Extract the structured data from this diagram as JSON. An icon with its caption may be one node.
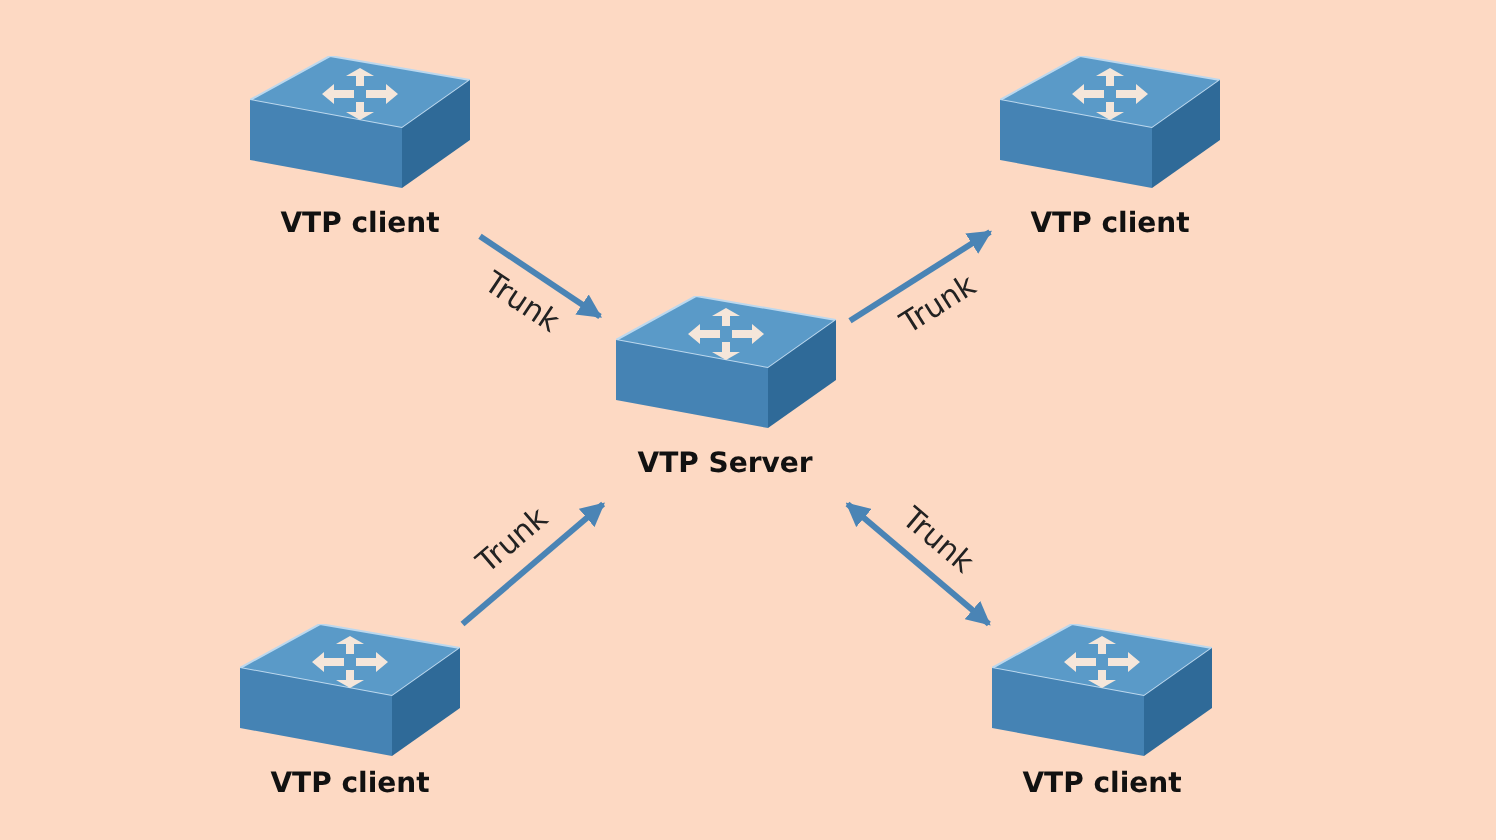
{
  "diagram": {
    "nodes": [
      {
        "text": [
          "VTP client"
        ]
      },
      {
        "text": [
          "VTP client"
        ]
      },
      {
        "text": [
          "VTP Server"
        ]
      },
      {
        "text": [
          "VTP client"
        ]
      },
      {
        "text": [
          "VTP client"
        ]
      }
    ],
    "edges": [
      {
        "from": 0,
        "to": 2,
        "arrow": "to",
        "label": "Trunk"
      },
      {
        "from": 2,
        "to": 1,
        "arrow": "to",
        "label": "Trunk"
      },
      {
        "from": 3,
        "to": 2,
        "arrow": "to",
        "label": "Trunk"
      },
      {
        "from": 2,
        "to": 4,
        "arrow": "both",
        "label": "Trunk"
      }
    ]
  }
}
